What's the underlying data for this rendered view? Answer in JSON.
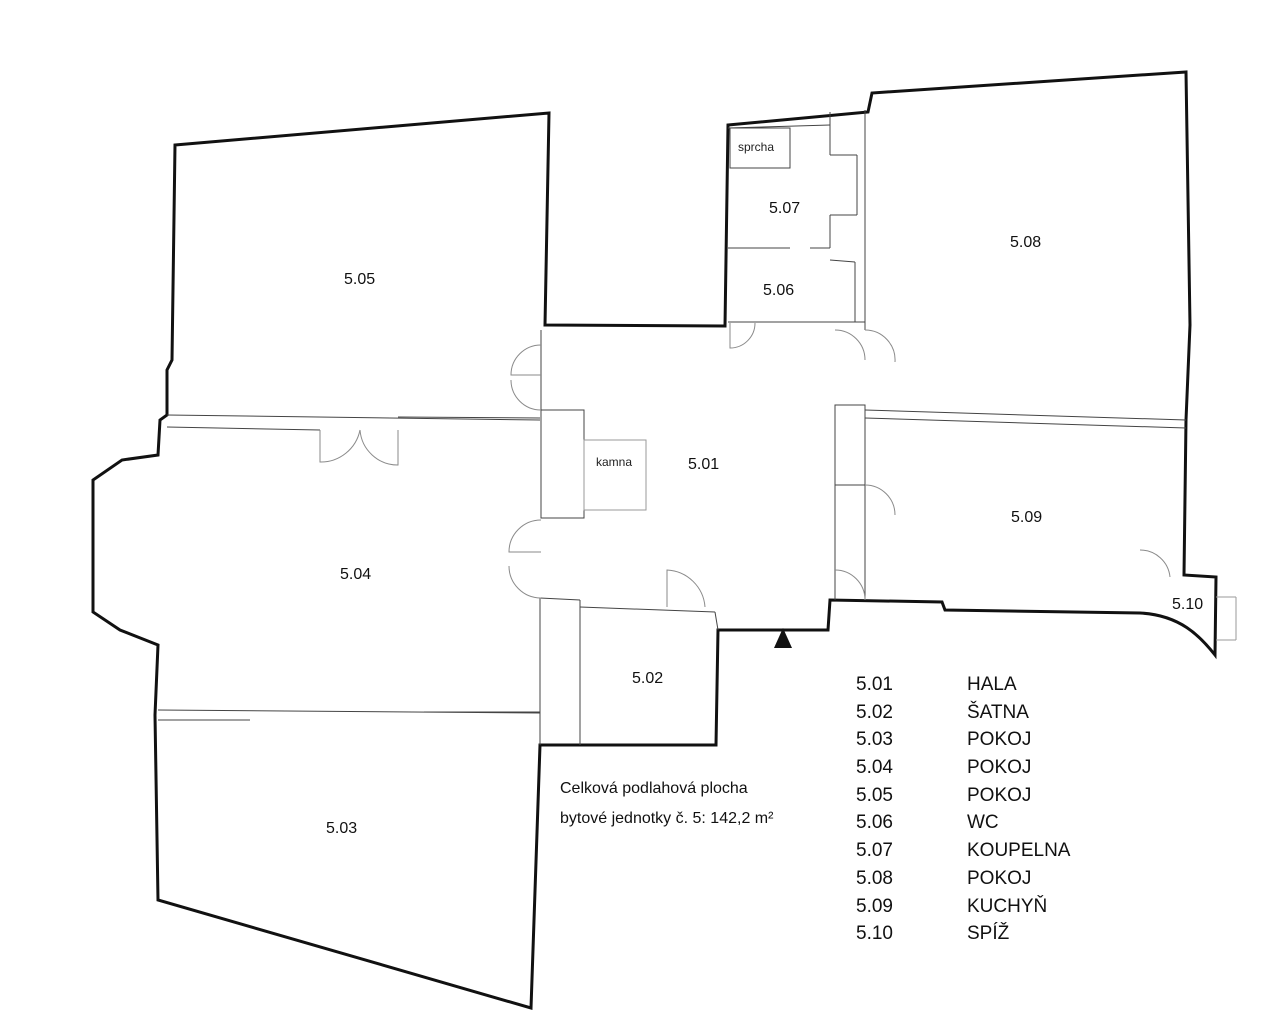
{
  "rooms": {
    "r501": "5.01",
    "r502": "5.02",
    "r503": "5.03",
    "r504": "5.04",
    "r505": "5.05",
    "r506": "5.06",
    "r507": "5.07",
    "r508": "5.08",
    "r509": "5.09",
    "r510": "5.10"
  },
  "fixtures": {
    "shower": "sprcha",
    "stove": "kamna"
  },
  "legend": [
    {
      "code": "5.01",
      "name": "HALA"
    },
    {
      "code": "5.02",
      "name": "ŠATNA"
    },
    {
      "code": "5.03",
      "name": "POKOJ"
    },
    {
      "code": "5.04",
      "name": "POKOJ"
    },
    {
      "code": "5.05",
      "name": "POKOJ"
    },
    {
      "code": "5.06",
      "name": "WC"
    },
    {
      "code": "5.07",
      "name": "KOUPELNA"
    },
    {
      "code": "5.08",
      "name": "POKOJ"
    },
    {
      "code": "5.09",
      "name": "KUCHYŇ"
    },
    {
      "code": "5.10",
      "name": "SPÍŽ"
    }
  ],
  "summary": {
    "line1": "Celková podlahová plocha",
    "line2": "bytové jednotky č. 5: 142,2 m²"
  }
}
